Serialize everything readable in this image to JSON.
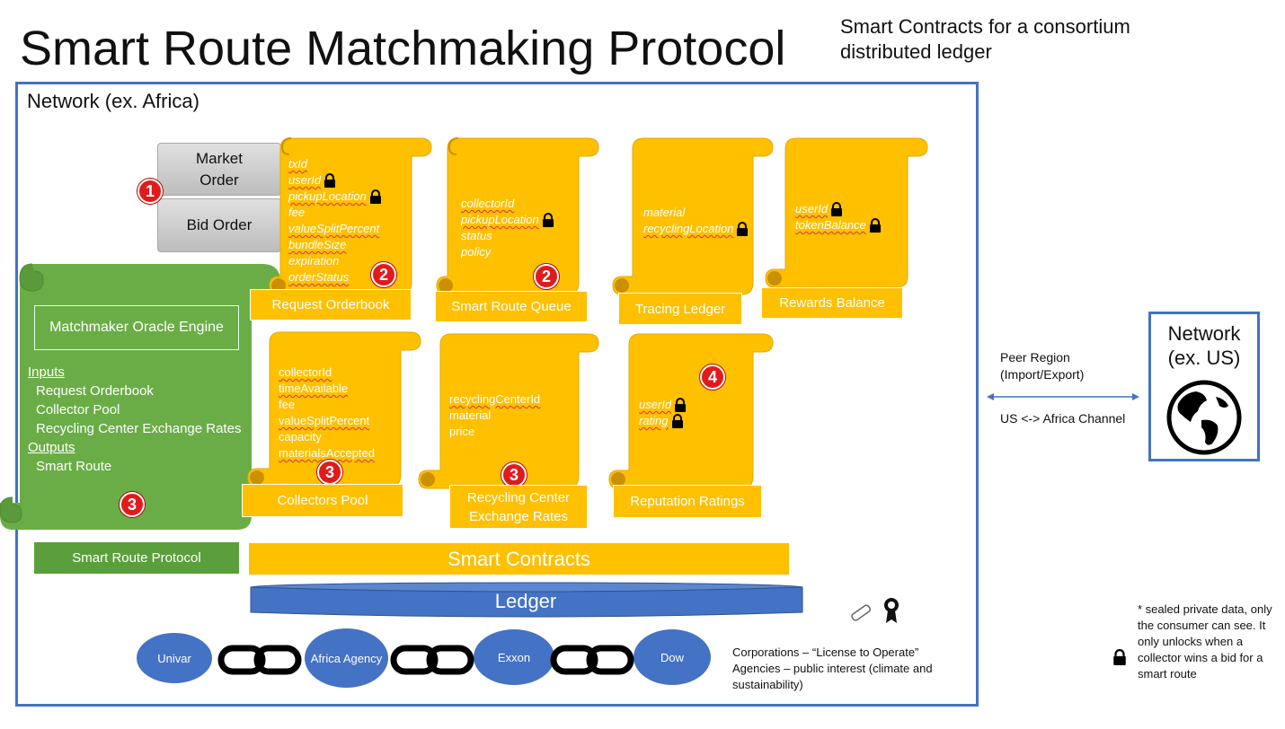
{
  "title": "Smart Route Matchmaking Protocol",
  "subtitle": "Smart Contracts for a consortium distributed ledger",
  "network_label": "Network (ex. Africa)",
  "orders": {
    "market": "Market Order",
    "bid": "Bid Order"
  },
  "badges": {
    "one": "1",
    "two_a": "2",
    "two_b": "2",
    "three_a": "3",
    "three_b": "3",
    "three_c": "3",
    "four": "4"
  },
  "request_orderbook": {
    "fields": [
      "txId",
      "userId",
      "pickupLocation",
      "fee",
      "valueSplitPercent",
      "bundleSize",
      "expiration",
      "orderStatus"
    ],
    "label": "Request Orderbook"
  },
  "smart_route_queue": {
    "fields": [
      "collectorId",
      "pickupLocation",
      "status",
      "policy"
    ],
    "label": "Smart Route Queue"
  },
  "tracing_ledger": {
    "fields": [
      "material",
      "recyclingLocation"
    ],
    "label": "Tracing Ledger"
  },
  "rewards_balance": {
    "fields": [
      "userId",
      "tokenBalance"
    ],
    "label": "Rewards Balance"
  },
  "collectors_pool": {
    "fields": [
      "collectorId",
      "timeAvailable",
      "fee",
      "valueSplitPercent",
      "capacity",
      "materialsAccepted"
    ],
    "label": "Collectors Pool"
  },
  "recycling_rates": {
    "fields": [
      "recyclingCenterId",
      "material",
      "price"
    ],
    "label": "Recycling Center Exchange Rates"
  },
  "reputation": {
    "fields": [
      "userId",
      "rating"
    ],
    "label": "Reputation Ratings"
  },
  "matchmaker": {
    "engine": "Matchmaker Oracle Engine",
    "inputs_label": "Inputs",
    "inputs": [
      "Request Orderbook",
      "Collector Pool",
      "Recycling Center Exchange Rates"
    ],
    "outputs_label": "Outputs",
    "outputs": [
      "Smart Route"
    ]
  },
  "smart_route_protocol": "Smart Route Protocol",
  "smart_contracts": "Smart Contracts",
  "ledger": "Ledger",
  "entities": [
    "Univar",
    "Africa Agency",
    "Exxon",
    "Dow"
  ],
  "corporations_note": "Corporations – “License to Operate” Agencies – public interest (climate and sustainability)",
  "peer": {
    "region": "Peer Region (Import/Export)",
    "channel": "US <-> Africa Channel"
  },
  "us_network": "Network (ex. US)",
  "sealed_note": "* sealed private data, only the consumer can see. It only unlocks when a collector wins a bid for a smart route",
  "colors": {
    "gold": "#ffc000",
    "green": "#6aad46",
    "blue": "#4472c4",
    "badge": "#e01b1b"
  },
  "icons": [
    "lock-icon",
    "globe-icon",
    "chain-icon",
    "diploma-icon",
    "ribbon-icon"
  ]
}
